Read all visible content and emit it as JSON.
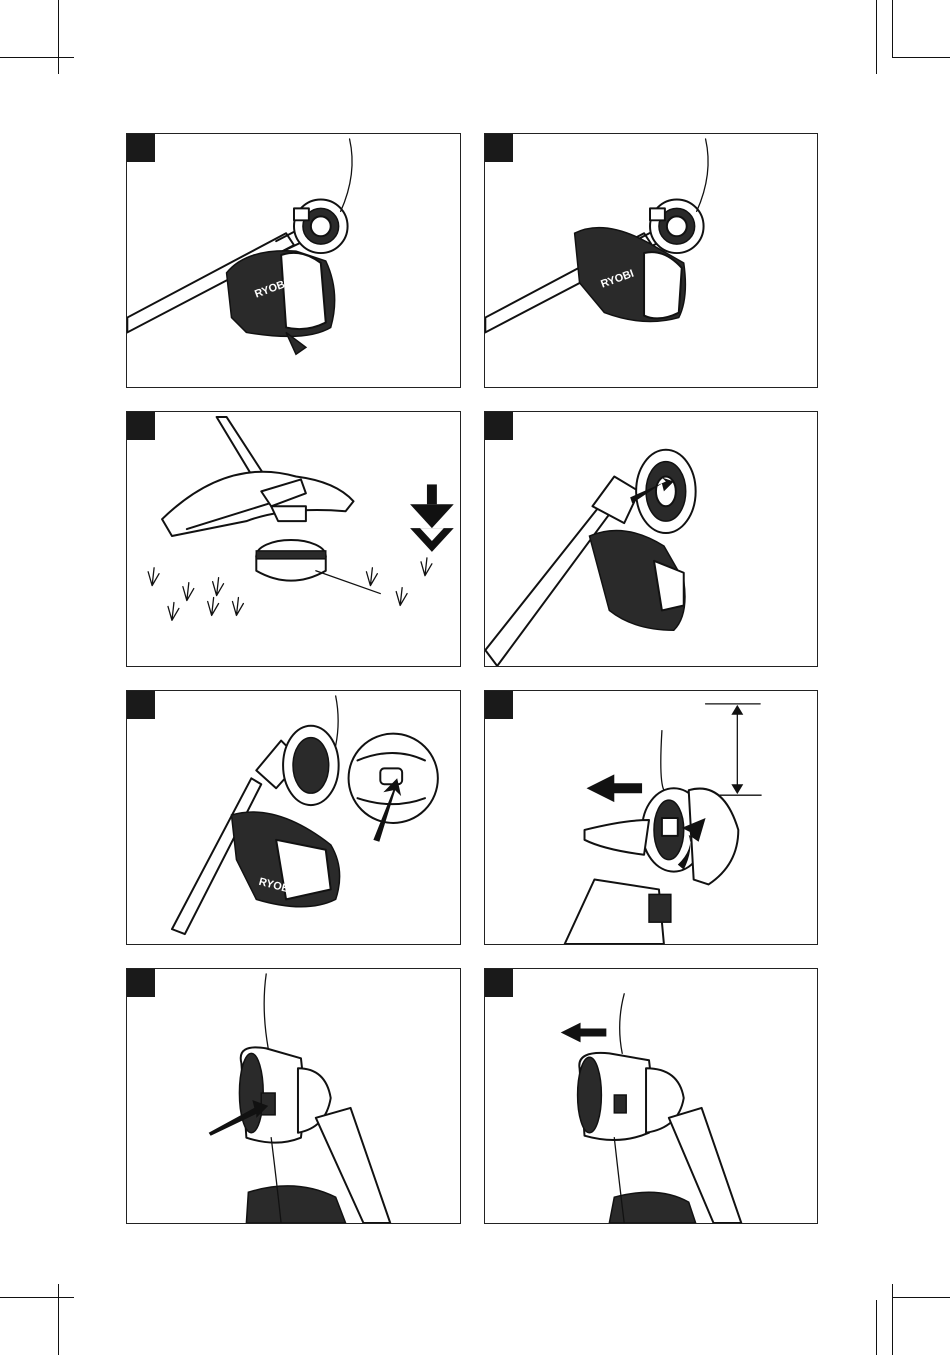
{
  "page": {
    "background": "#ffffff",
    "line_color": "#111111"
  },
  "panels": [
    {
      "id": "panel-1",
      "tag_label": "",
      "brand_mark": "RYOBI",
      "subject": "trimmer head with line and guard"
    },
    {
      "id": "panel-2",
      "tag_label": "",
      "brand_mark": "RYOBI",
      "subject": "trimmer head with guard, alternate view"
    },
    {
      "id": "panel-3",
      "tag_label": "",
      "subject": "bump feed on grass"
    },
    {
      "id": "panel-4",
      "tag_label": "",
      "subject": "head release point"
    },
    {
      "id": "panel-5",
      "tag_label": "",
      "brand_mark": "RYOBI",
      "subject": "eyelet alignment detail"
    },
    {
      "id": "panel-6",
      "tag_label": "",
      "subject": "winding line by hand"
    },
    {
      "id": "panel-7",
      "tag_label": "",
      "subject": "pressing release button"
    },
    {
      "id": "panel-8",
      "tag_label": "",
      "subject": "pulling line out"
    }
  ],
  "icons": [
    "arrow-icon",
    "double-arrow-down-icon",
    "grass-icon",
    "dimension-bracket-icon"
  ]
}
